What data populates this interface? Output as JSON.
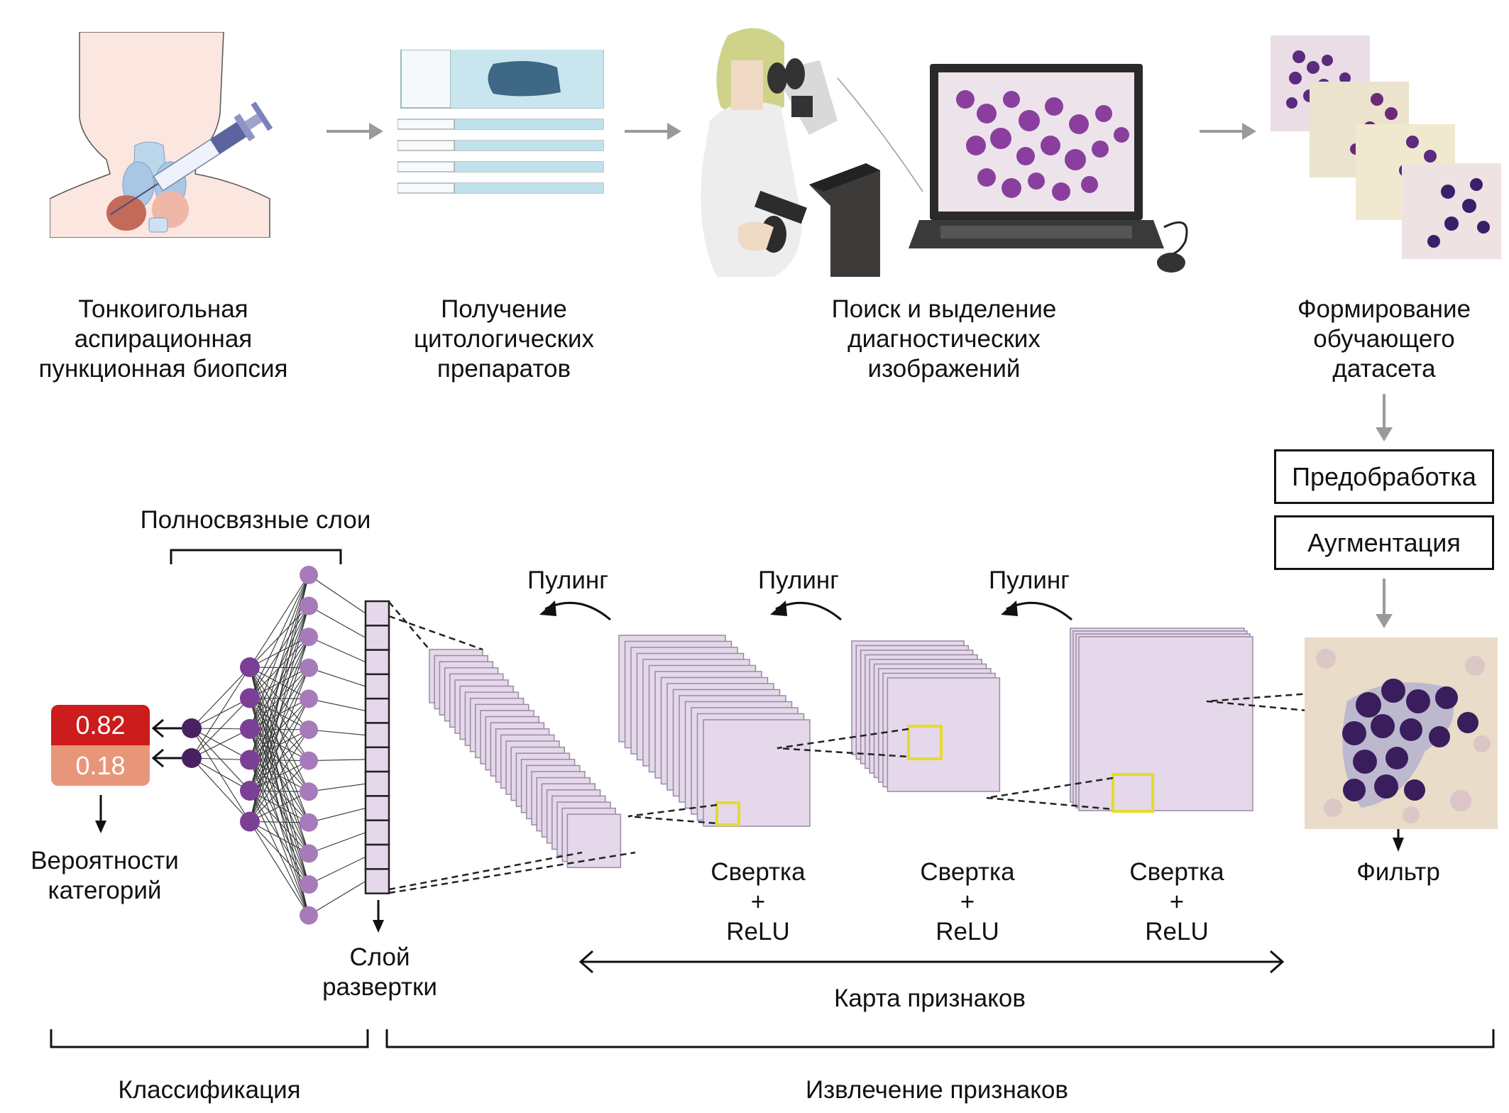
{
  "pipeline": {
    "steps": [
      {
        "label": "Тонкоигольная\nаспирационная\nпункционная биопсия",
        "icon": "thyroid-biopsy-illustration"
      },
      {
        "label": "Получение\nцитологических\nпрепаратов",
        "icon": "glass-slides-illustration"
      },
      {
        "label": "Поиск и выделение\nдиагностических\nизображений",
        "icon": "microscope-laptop-illustration"
      },
      {
        "label": "Формирование\nобучающего\nдатасета",
        "icon": "dataset-images-stack"
      }
    ],
    "preprocess_label": "Предобработка",
    "augmentation_label": "Аугментация"
  },
  "cnn": {
    "fully_connected_label": "Полносвязные слои",
    "pooling_labels": [
      "Пулинг",
      "Пулинг",
      "Пулинг"
    ],
    "conv_labels": [
      "Свертка\n+\nReLU",
      "Свертка\n+\nReLU",
      "Свертка\n+\nReLU"
    ],
    "filter_label": "Фильтр",
    "flatten_label": "Слой\nразвертки",
    "feature_map_label": "Карта признаков",
    "probabilities_label": "Вероятности\nкатегорий",
    "probabilities": [
      {
        "value": "0.82",
        "color": "#cc1c1c"
      },
      {
        "value": "0.18",
        "color": "#e8967a"
      }
    ],
    "flatten_cells": 12,
    "fc_layers": [
      2,
      6,
      12
    ]
  },
  "sections": {
    "classification_label": "Классификация",
    "feature_extraction_label": "Извлечение признаков"
  },
  "colors": {
    "feature_map": "#e4d8ea",
    "feature_map_edge": "#9a8aa3",
    "neuron_light": "#a77bbb",
    "neuron_mid": "#7c3f96",
    "neuron_dark": "#4a2060",
    "filter_box": "#e4dc2a",
    "arrow_gray": "#9a9a9a"
  }
}
